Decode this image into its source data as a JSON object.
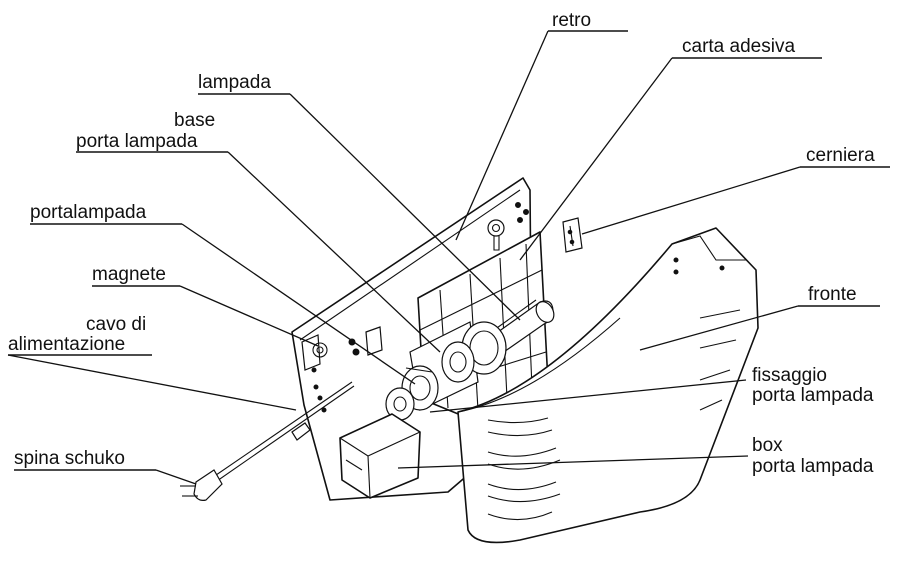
{
  "labels": {
    "retro": "retro",
    "carta_adesiva": "carta adesiva",
    "lampada": "lampada",
    "base_line1": "base",
    "base_line2": "porta lampada",
    "cerniera": "cerniera",
    "portalampada": "portalampada",
    "magnete": "magnete",
    "cavo_line1": "cavo di",
    "cavo_line2": "alimentazione",
    "fronte": "fronte",
    "fissaggio_line1": "fissaggio",
    "fissaggio_line2": "porta lampada",
    "spina": "spina schuko",
    "box_line1": "box",
    "box_line2": "porta lampada"
  }
}
